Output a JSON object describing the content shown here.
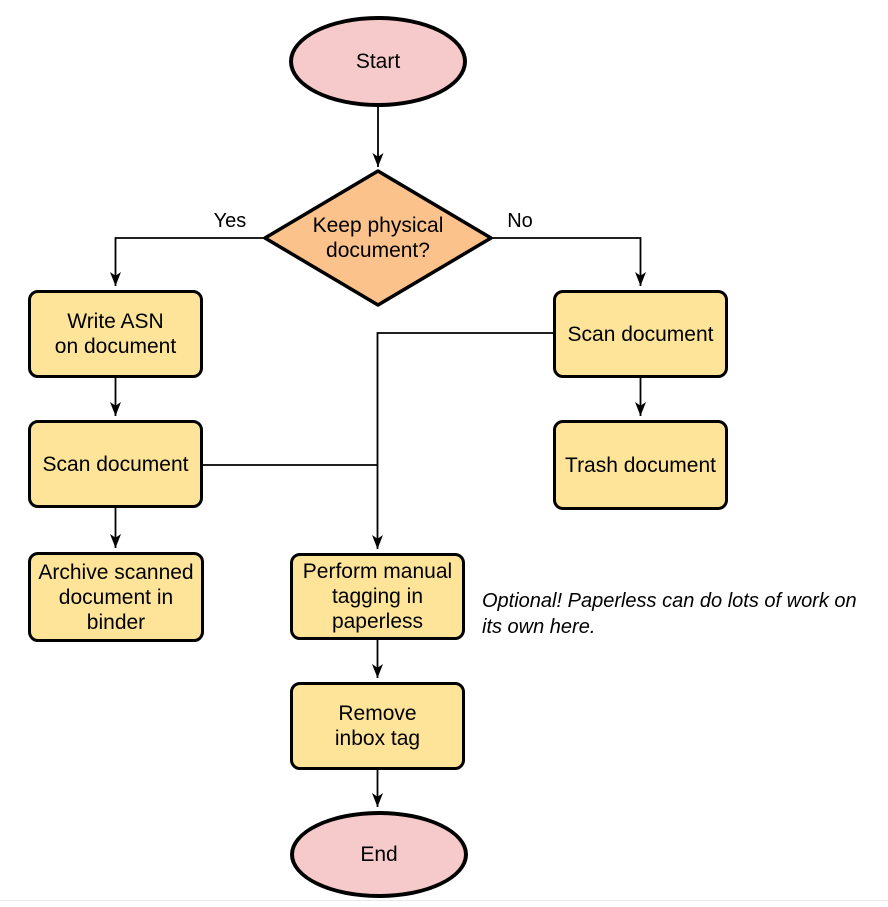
{
  "flowchart": {
    "nodes": {
      "start": {
        "label": "Start"
      },
      "decision": {
        "label": "Keep physical\ndocument?"
      },
      "write_asn": {
        "label": "Write ASN\non document"
      },
      "scan_left": {
        "label": "Scan document"
      },
      "archive": {
        "label": "Archive scanned\ndocument in\nbinder"
      },
      "scan_right": {
        "label": "Scan document"
      },
      "trash": {
        "label": "Trash document"
      },
      "tagging": {
        "label": "Perform manual\ntagging in\npaperless"
      },
      "remove_inbox": {
        "label": "Remove\ninbox tag"
      },
      "end": {
        "label": "End"
      }
    },
    "edge_labels": {
      "yes": "Yes",
      "no": "No"
    },
    "note": "Optional! Paperless can do lots of work on\nits own here.",
    "colors": {
      "terminator_fill": "#f6caca",
      "decision_fill": "#fcc28c",
      "process_fill": "#fde498",
      "stroke": "#000000",
      "bottom_edge": "#e8eaed"
    }
  }
}
